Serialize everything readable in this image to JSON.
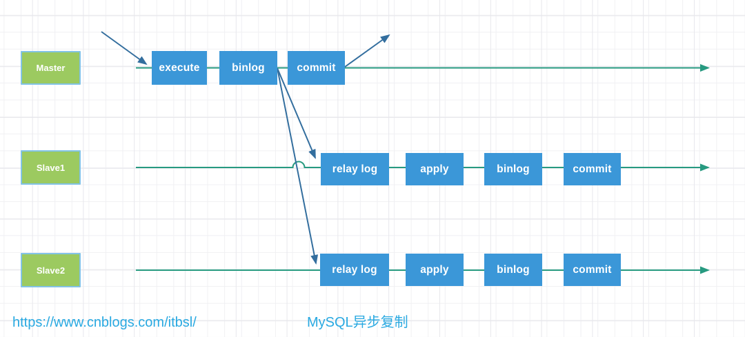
{
  "footer": {
    "url": "https://www.cnblogs.com/itbsl/",
    "caption": "MySQL异步复制"
  },
  "lanes": [
    {
      "label": "Master",
      "steps": [
        "execute",
        "binlog",
        "commit"
      ]
    },
    {
      "label": "Slave1",
      "steps": [
        "relay log",
        "apply",
        "binlog",
        "commit"
      ]
    },
    {
      "label": "Slave2",
      "steps": [
        "relay log",
        "apply",
        "binlog",
        "commit"
      ]
    }
  ],
  "colors": {
    "step_fill": "#3b97d8",
    "lane_fill": "#9cca60",
    "lane_border": "#82c3e6",
    "timeline": "#279a80",
    "arrow": "#336e9e",
    "footer_text": "#29a9e1",
    "grid_minor": "#f0f0f3",
    "grid_major": "#e7e7ec"
  }
}
